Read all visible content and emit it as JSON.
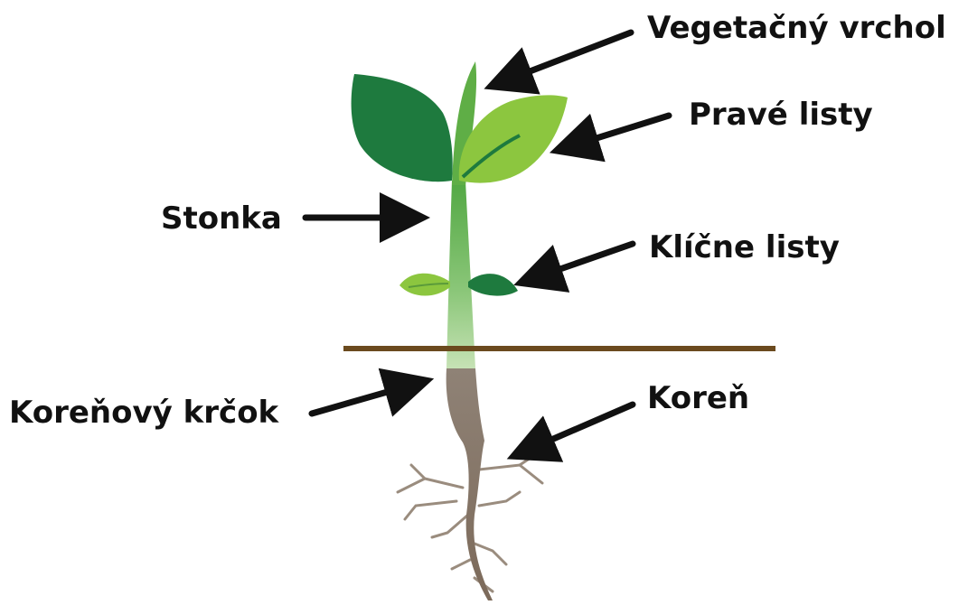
{
  "labels": {
    "apex": "Vegetačný vrchol",
    "true_leaves": "Pravé listy",
    "stem": "Stonka",
    "cotyledons": "Klíčne listy",
    "hypocotyl": "Koreňový krčok",
    "root": "Koreň"
  },
  "colors": {
    "ground": "#6b4a1e",
    "leaf_dark": "#1e7a3e",
    "leaf_light": "#8cc63f",
    "stem_top": "#5fae46",
    "stem_bottom": "#b9d9a3",
    "root": "#8b7b6b",
    "arrow": "#111111"
  }
}
